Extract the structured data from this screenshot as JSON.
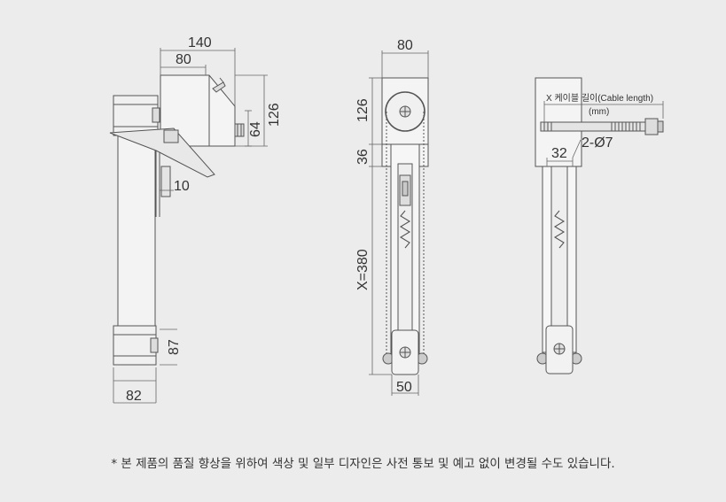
{
  "side_view": {
    "dims": {
      "w140": "140",
      "w80": "80",
      "h64": "64",
      "h126": "126",
      "w10": "10",
      "h87": "87",
      "w82": "82"
    }
  },
  "front_view": {
    "dims": {
      "w80": "80",
      "h126": "126",
      "h36": "36",
      "hx": "X=380",
      "w50": "50"
    }
  },
  "right_view": {
    "cable_label": "X 케이블 길이(Cable length)",
    "cable_unit": "(mm)",
    "dims": {
      "w32": "32",
      "holes": "2-Ø7"
    }
  },
  "footnote": "* 본 제품의 품질 향상을 위하여 색상 및 일부 디자인은 사전 통보 및 예고 없이 변경될 수도 있습니다."
}
